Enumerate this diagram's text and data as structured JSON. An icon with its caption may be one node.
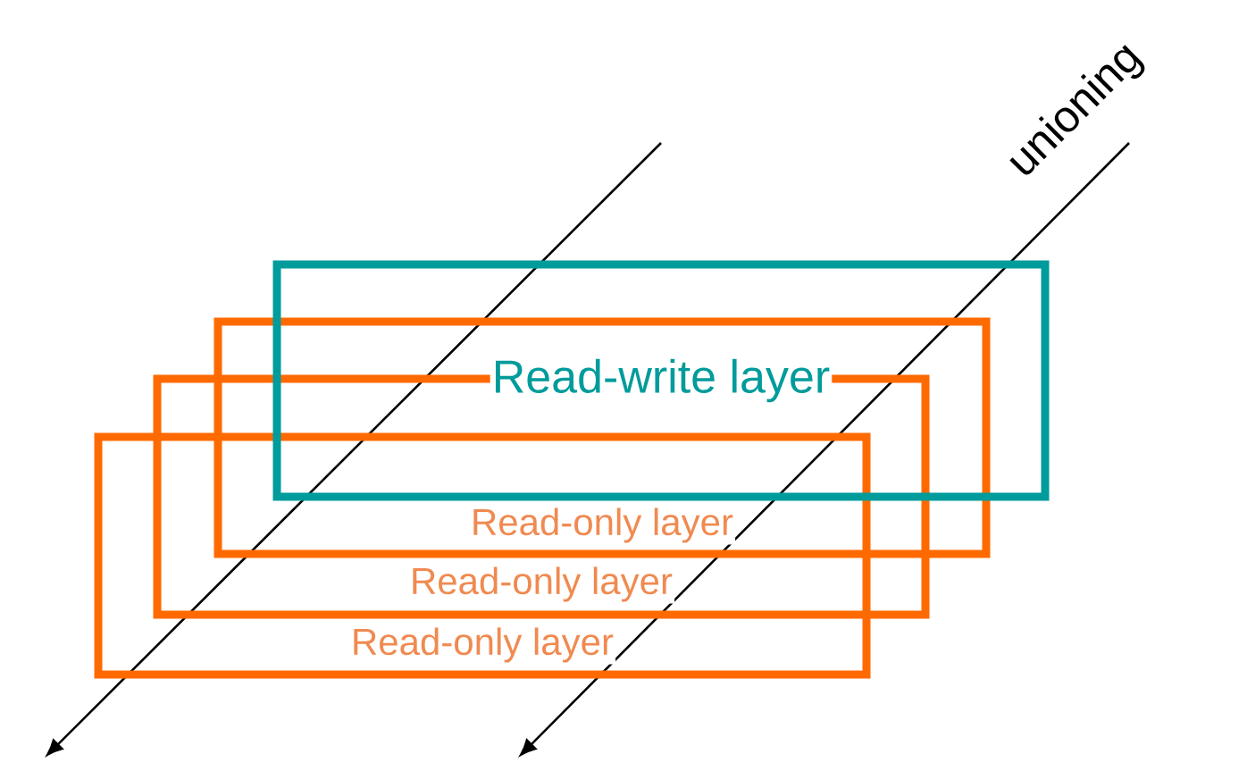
{
  "diagram": {
    "nodes": [
      {
        "text": [
          "Read-write layer"
        ]
      },
      {
        "text": [
          "Read-only layer"
        ]
      },
      {
        "text": [
          "Read-only layer"
        ]
      },
      {
        "text": [
          "Read-only layer"
        ]
      }
    ],
    "labels": [
      "unioning"
    ]
  }
}
